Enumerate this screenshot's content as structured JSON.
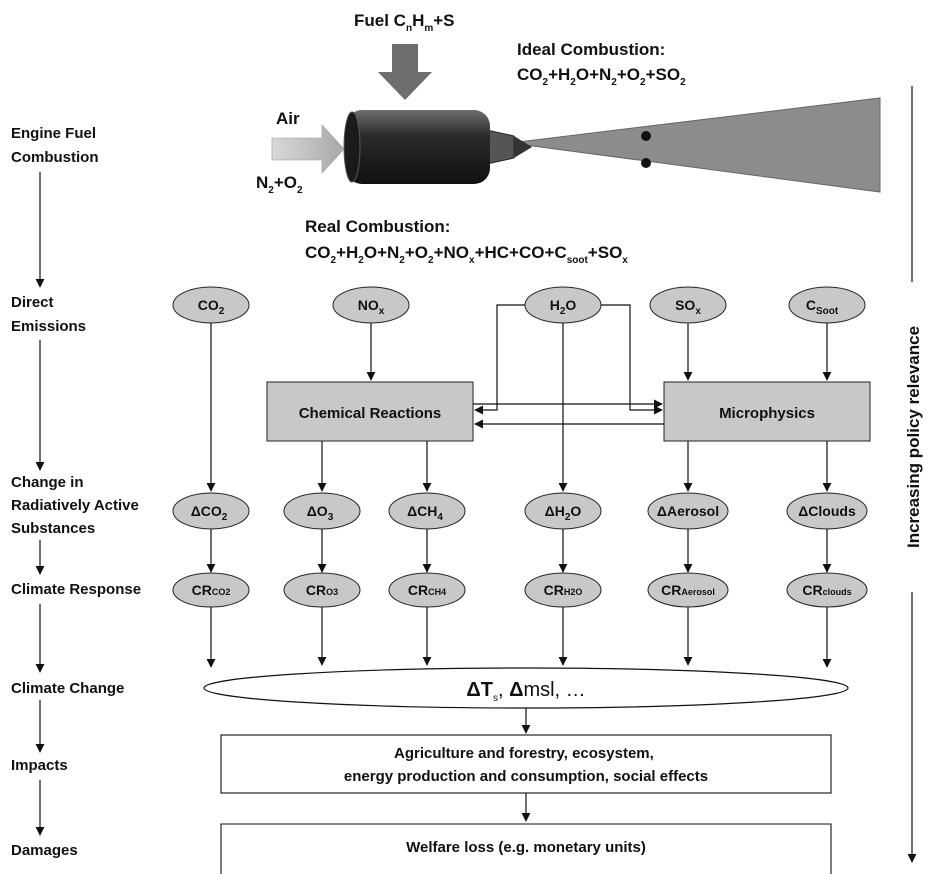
{
  "top": {
    "fuel": {
      "pre": "Fuel C",
      "s1": "n",
      "m": "H",
      "s2": "m",
      "post": "+S"
    },
    "air": {
      "label": "Air",
      "n": "N",
      "s1": "2",
      "o": "+O",
      "s2": "2"
    },
    "ideal_title": "Ideal Combustion:",
    "ideal_formula": [
      {
        "t": "CO"
      },
      {
        "s": "2"
      },
      {
        "t": "+H"
      },
      {
        "s": "2"
      },
      {
        "t": "O+N"
      },
      {
        "s": "2"
      },
      {
        "t": "+O"
      },
      {
        "s": "2"
      },
      {
        "t": "+SO"
      },
      {
        "s": "2"
      }
    ],
    "real_title": "Real Combustion:",
    "real_formula": [
      {
        "t": "CO"
      },
      {
        "s": "2"
      },
      {
        "t": "+H"
      },
      {
        "s": "2"
      },
      {
        "t": "O+N"
      },
      {
        "s": "2"
      },
      {
        "t": "+O"
      },
      {
        "s": "2"
      },
      {
        "t": "+NO"
      },
      {
        "s": "x"
      },
      {
        "t": "+HC+CO+C"
      },
      {
        "s": "soot"
      },
      {
        "t": "+SO"
      },
      {
        "s": "x"
      }
    ]
  },
  "stages": {
    "engine": [
      "Engine Fuel",
      "Combustion"
    ],
    "direct": [
      "Direct",
      "Emissions"
    ],
    "change": [
      "Change in",
      "Radiatively Active",
      "Substances"
    ],
    "response": "Climate Response",
    "climate_change": "Climate Change",
    "impacts": "Impacts",
    "damages": "Damages"
  },
  "emissions": {
    "co2": {
      "main": "CO",
      "sub": "2"
    },
    "nox": {
      "main": "NO",
      "sub": "x"
    },
    "h2o": {
      "main": "H",
      "sub": "2",
      "tail": "O"
    },
    "sox": {
      "main": "SO",
      "sub": "x"
    },
    "csoot": {
      "main": "C",
      "sub": "Soot"
    }
  },
  "boxes": {
    "chem": "Chemical Reactions",
    "micro": "Microphysics"
  },
  "deltas": {
    "co2": {
      "main": "ΔCO",
      "sub": "2"
    },
    "o3": {
      "main": "ΔO",
      "sub": "3"
    },
    "ch4": {
      "main": "ΔCH",
      "sub": "4"
    },
    "h2o": {
      "main": "ΔH",
      "sub": "2",
      "tail": "O"
    },
    "aerosol": "ΔAerosol",
    "clouds": "ΔClouds"
  },
  "responses": {
    "co2": {
      "main": "CR",
      "sub": "CO2"
    },
    "o3": {
      "main": "CR",
      "sub": "O3"
    },
    "ch4": {
      "main": "CR",
      "sub": "CH4"
    },
    "h2o": {
      "main": "CR",
      "sub": "H2O"
    },
    "aerosol": {
      "main": "CR",
      "sub": "Aerosol"
    },
    "clouds": {
      "main": "CR",
      "sub": "clouds"
    }
  },
  "climate": {
    "dT": "ΔT",
    "s": "s",
    "rest": ", ",
    "dmsl": "Δ",
    "msl": "msl, …"
  },
  "impacts_box": [
    "Agriculture and forestry, ecosystem,",
    "energy production and consumption, social effects"
  ],
  "damages_box": "Welfare loss (e.g. monetary units)",
  "side_label": "Increasing policy relevance",
  "colors": {
    "node_fill": "#c8c8c8",
    "ink": "#111111",
    "gray_arrow": "#808080"
  }
}
